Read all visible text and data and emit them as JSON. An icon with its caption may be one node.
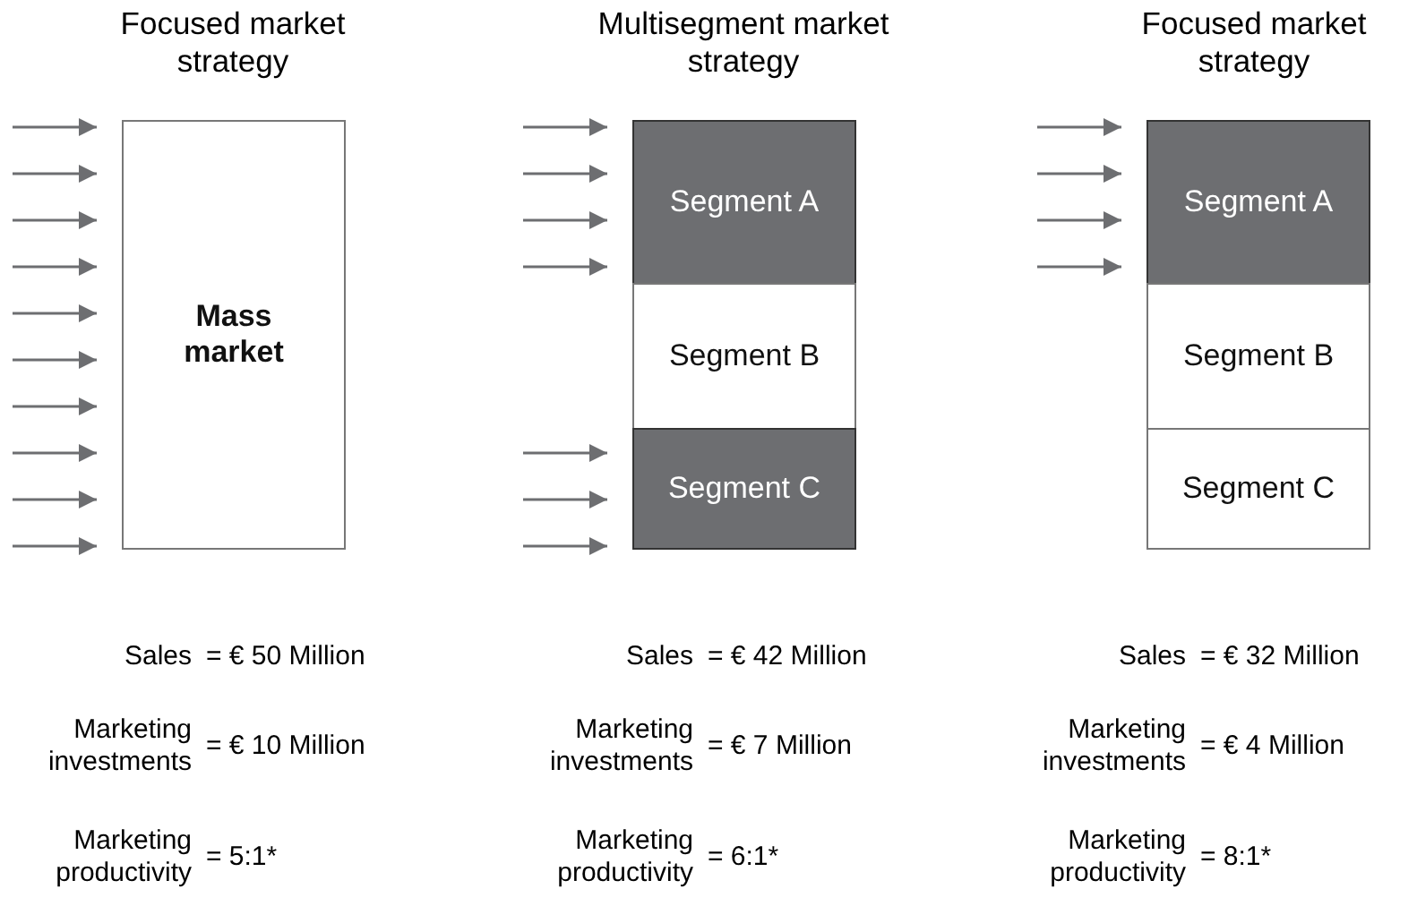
{
  "diagram": {
    "nodes": [
      {
        "text": [
          "Mass market"
        ]
      },
      {
        "text": [
          "Segment A"
        ]
      },
      {
        "text": [
          "Segment B"
        ]
      },
      {
        "text": [
          "Segment C"
        ]
      },
      {
        "text": [
          "Segment A"
        ]
      },
      {
        "text": [
          "Segment B"
        ]
      },
      {
        "text": [
          "Segment C"
        ]
      }
    ],
    "edges": [
      {
        "from": null,
        "to": 0,
        "arrow": "to"
      },
      {
        "from": null,
        "to": 0,
        "arrow": "to"
      },
      {
        "from": null,
        "to": 0,
        "arrow": "to"
      },
      {
        "from": null,
        "to": 0,
        "arrow": "to"
      },
      {
        "from": null,
        "to": 0,
        "arrow": "to"
      },
      {
        "from": null,
        "to": 0,
        "arrow": "to"
      },
      {
        "from": null,
        "to": 0,
        "arrow": "to"
      },
      {
        "from": null,
        "to": 0,
        "arrow": "to"
      },
      {
        "from": null,
        "to": 0,
        "arrow": "to"
      },
      {
        "from": null,
        "to": 0,
        "arrow": "to"
      },
      {
        "from": null,
        "to": 1,
        "arrow": "to"
      },
      {
        "from": null,
        "to": 1,
        "arrow": "to"
      },
      {
        "from": null,
        "to": 1,
        "arrow": "to"
      },
      {
        "from": null,
        "to": 1,
        "arrow": "to"
      },
      {
        "from": null,
        "to": 3,
        "arrow": "to"
      },
      {
        "from": null,
        "to": 3,
        "arrow": "to"
      },
      {
        "from": null,
        "to": 3,
        "arrow": "to"
      },
      {
        "from": null,
        "to": 4,
        "arrow": "to"
      },
      {
        "from": null,
        "to": 4,
        "arrow": "to"
      },
      {
        "from": null,
        "to": 4,
        "arrow": "to"
      },
      {
        "from": null,
        "to": 4,
        "arrow": "to"
      }
    ],
    "labels": [
      "Focused market strategy",
      "Multisegment market strategy",
      "Focused market strategy",
      "Sales",
      "= € 50 Million",
      "Sales",
      "= € 42 Million",
      "Sales",
      "= € 32 Million",
      "Marketing investments",
      "= € 10 Million",
      "Marketing investments",
      "= € 7 Million",
      "Marketing investments",
      "= € 4 Million",
      "Marketing productivity",
      "= 5:1*",
      "Marketing productivity",
      "= 6:1*",
      "Marketing productivity",
      "= 8:1*"
    ]
  }
}
